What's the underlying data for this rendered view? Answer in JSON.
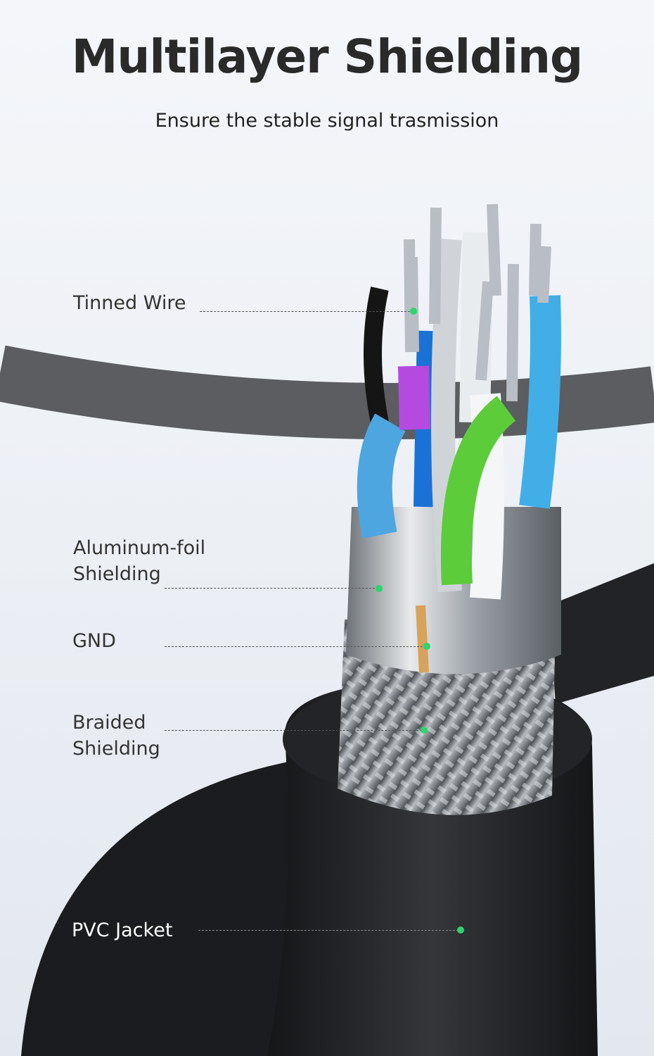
{
  "header": {
    "title": "Multilayer Shielding",
    "subtitle": "Ensure the stable signal trasmission"
  },
  "callouts": [
    {
      "label": "Tinned Wire"
    },
    {
      "label_line1": "Aluminum-foil",
      "label_line2": "Shielding"
    },
    {
      "label": "GND"
    },
    {
      "label_line1": "Braided",
      "label_line2": "Shielding"
    },
    {
      "label": "PVC Jacket"
    }
  ],
  "colors": {
    "dot": "#2bd66a",
    "jacket": "#1e1f22",
    "blue_wire": "#3aa0e0",
    "green_wire": "#5ccc3a",
    "purple_wire": "#b44ae0"
  }
}
